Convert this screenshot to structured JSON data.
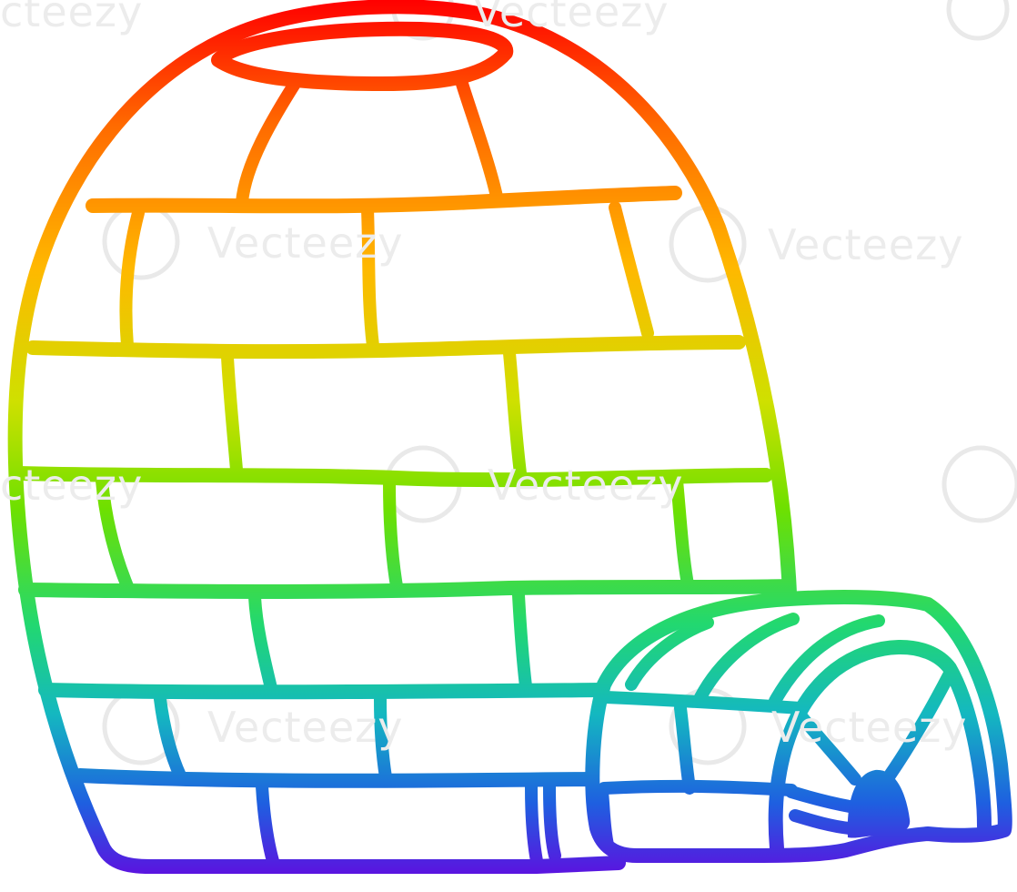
{
  "watermark": {
    "text": "Vecteezy",
    "partial_text": "cteezy",
    "color": "#ececec"
  },
  "illustration": {
    "subject": "igloo",
    "style": "rainbow gradient line drawing",
    "gradient_colors": [
      "#ff0000",
      "#ff8a00",
      "#ffe000",
      "#7be000",
      "#17c7a0",
      "#1e5de0",
      "#6a00e0"
    ]
  }
}
